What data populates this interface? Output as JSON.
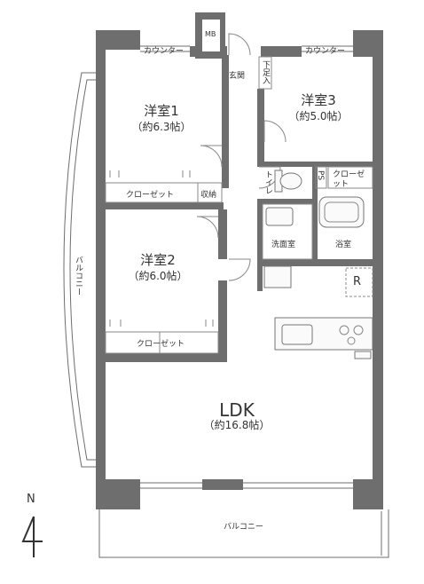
{
  "rooms": {
    "western1": {
      "name": "洋室1",
      "area": "（約6.3帖）"
    },
    "western2": {
      "name": "洋室2",
      "area": "（約6.0帖）"
    },
    "western3": {
      "name": "洋室3",
      "area": "（約5.0帖）"
    },
    "ldk": {
      "name": "LDK",
      "area": "（約16.8帖）"
    }
  },
  "labels": {
    "counter_left": "カウンター",
    "counter_right": "カウンター",
    "mb": "MB",
    "entrance": "玄関",
    "shoe_storage": "下足入",
    "closet1": "クローゼット",
    "storage": "収納",
    "closet2": "クローゼット",
    "closet3": "クローゼット",
    "toilet": "トイレ",
    "ps": "PS",
    "washroom": "洗面室",
    "bathroom": "浴室",
    "refrigerator": "R",
    "balcony_side": "バルコニー",
    "balcony_bottom": "バルコニー",
    "north": "N"
  }
}
